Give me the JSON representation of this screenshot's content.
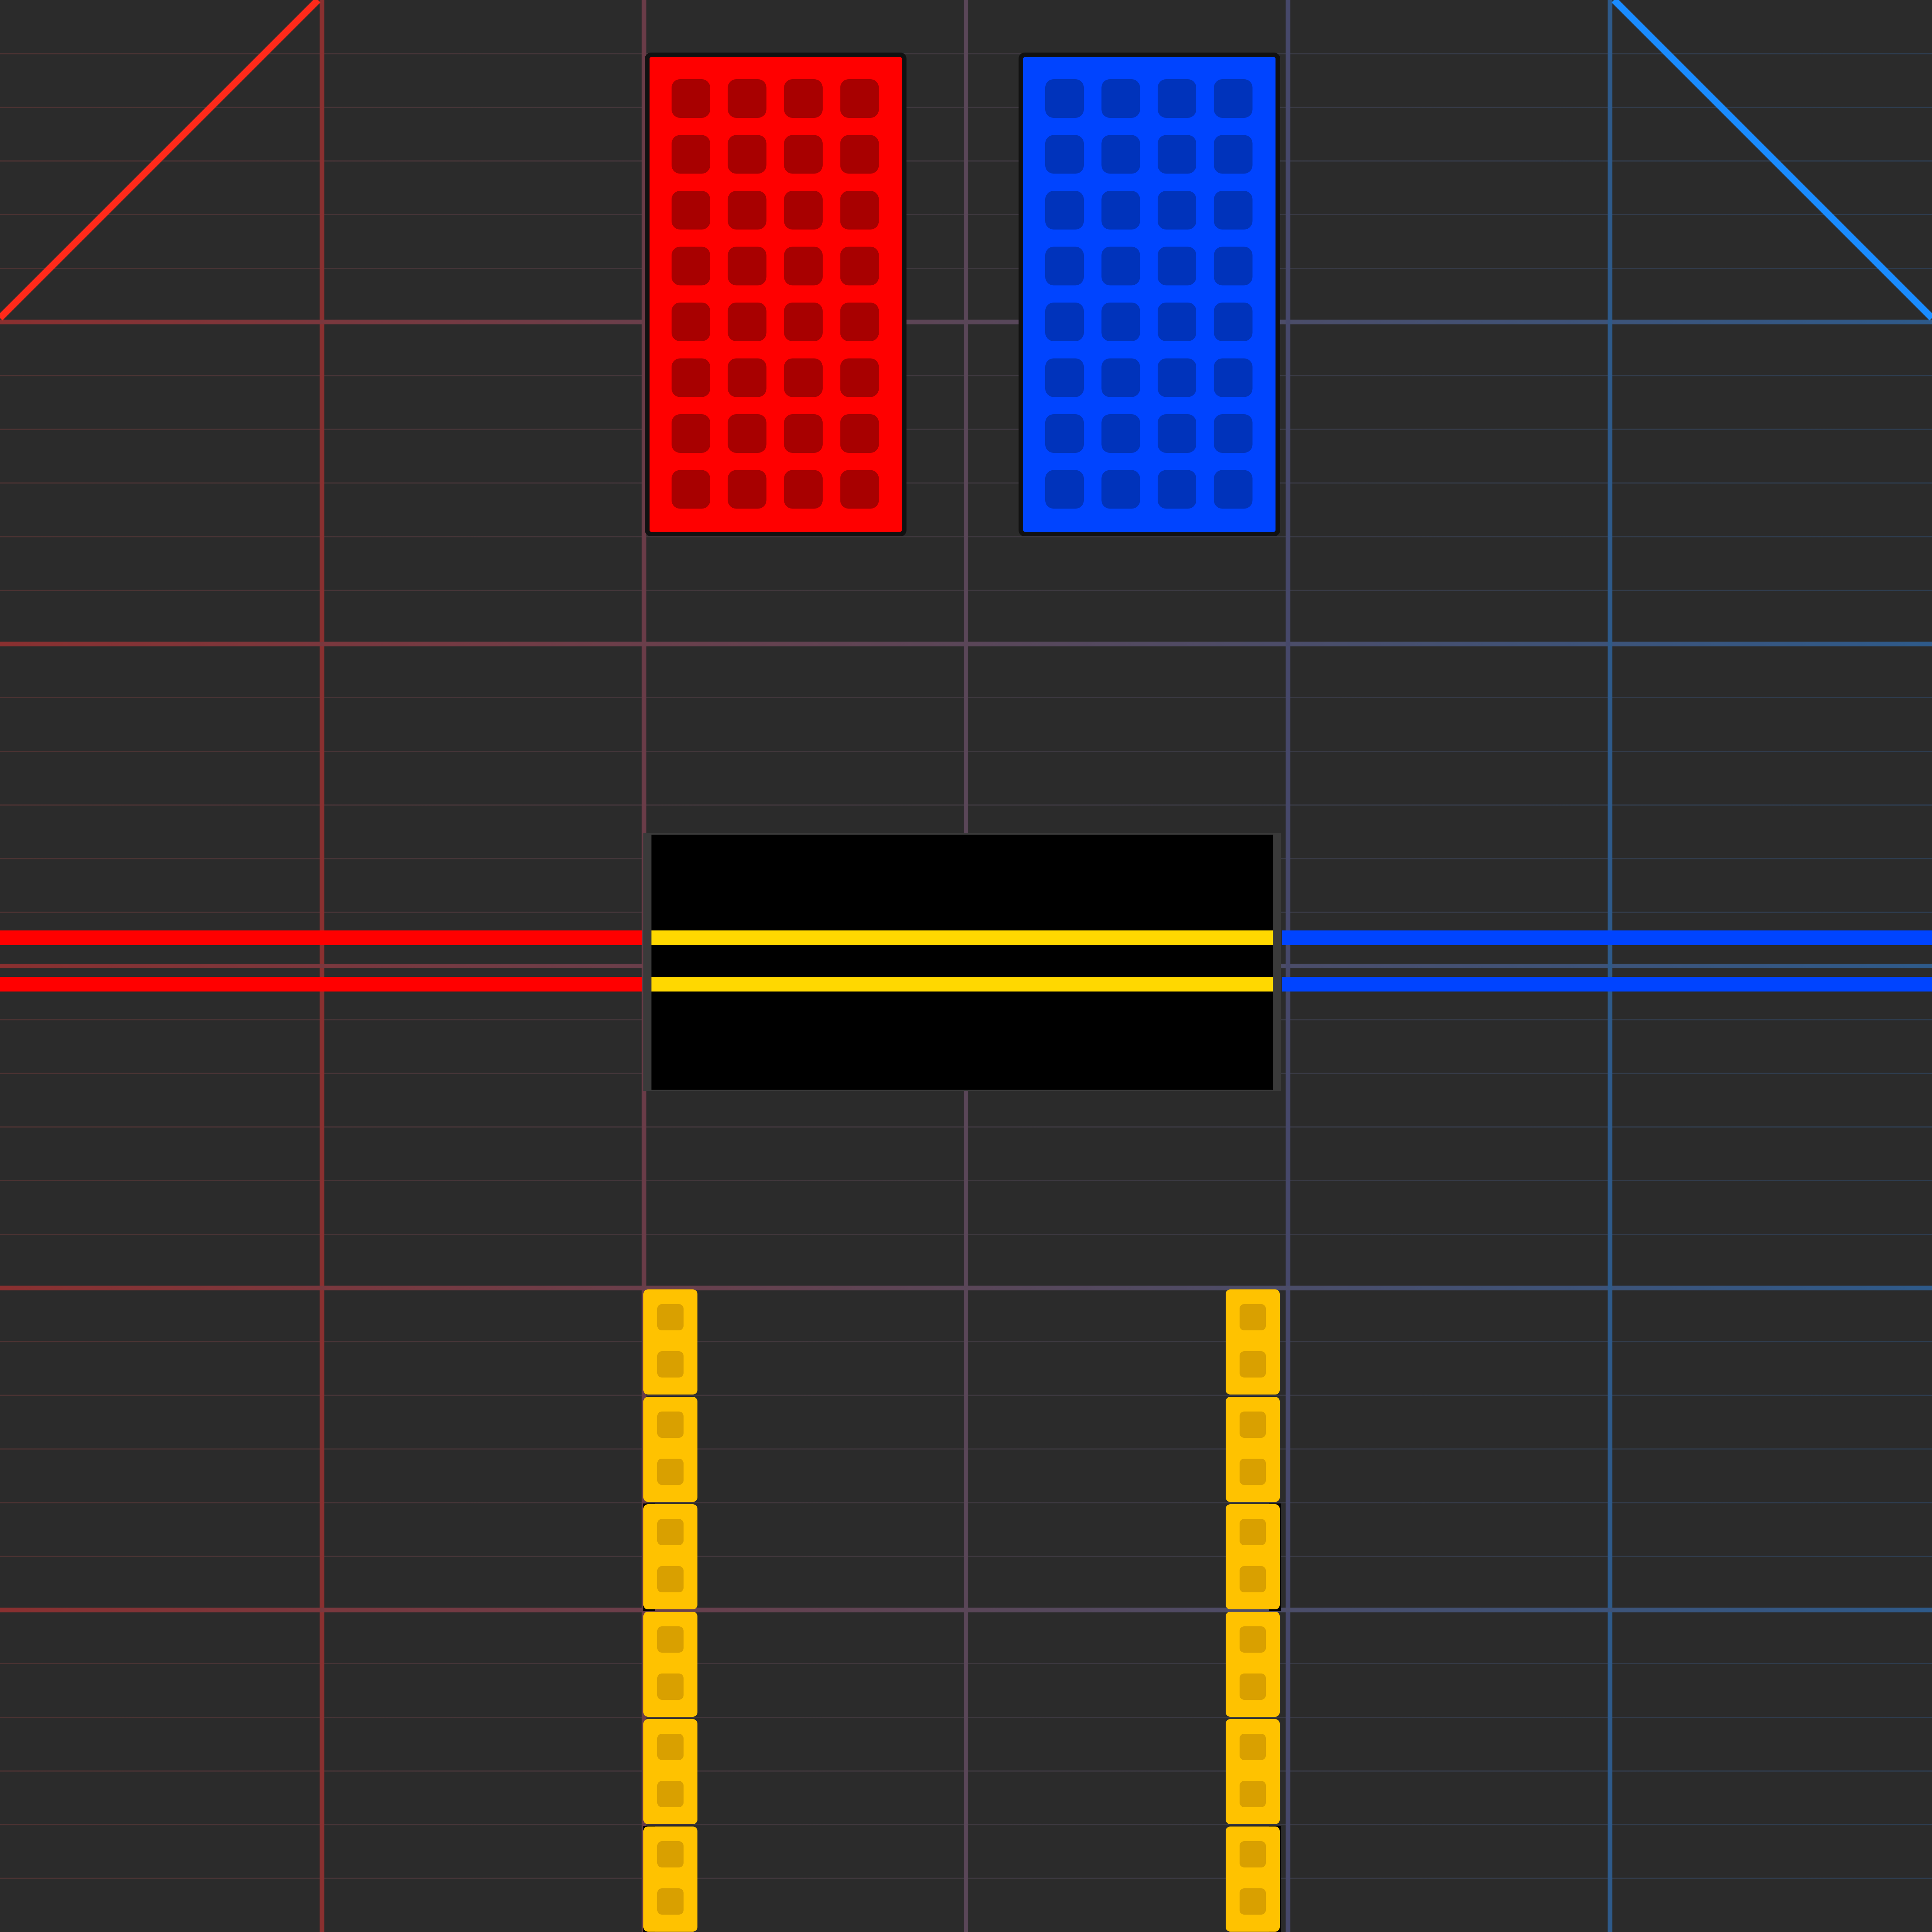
{
  "scene": {
    "background": "#2b2b2b",
    "theme_colors": {
      "red_team": "#ff0000",
      "red_brick_stud": "#a80000",
      "blue_team": "#0044ff",
      "blue_brick_stud": "#0033bb",
      "ramp_yellow": "#ffc200",
      "ramp_stud": "#d9a000",
      "mid_stripe": "#ffd800",
      "mid_zone": "#000000",
      "red_grid_line": "#8a3030",
      "center_grid_line": "#5a4658",
      "blue_grid_line": "#2e5a8a",
      "red_diagonal": "#ff2a1a",
      "blue_diagonal": "#1a8cff"
    },
    "grid": {
      "minor_divisions_per_major": 6,
      "major_count": 6
    },
    "red_brick": {
      "team": "red",
      "stud_columns": 4,
      "stud_rows": 8
    },
    "blue_brick": {
      "team": "blue",
      "stud_columns": 4,
      "stud_rows": 8
    },
    "center_zone": {
      "stripes": 2
    },
    "left_wall": {
      "team": "red",
      "stripes": 2
    },
    "right_wall": {
      "team": "blue",
      "stripes": 2
    },
    "ramps": {
      "left_ramp_segments": 6,
      "right_ramp_segments": 6,
      "studs_per_segment": 2
    },
    "diagonals": [
      "top-left",
      "top-right"
    ]
  }
}
